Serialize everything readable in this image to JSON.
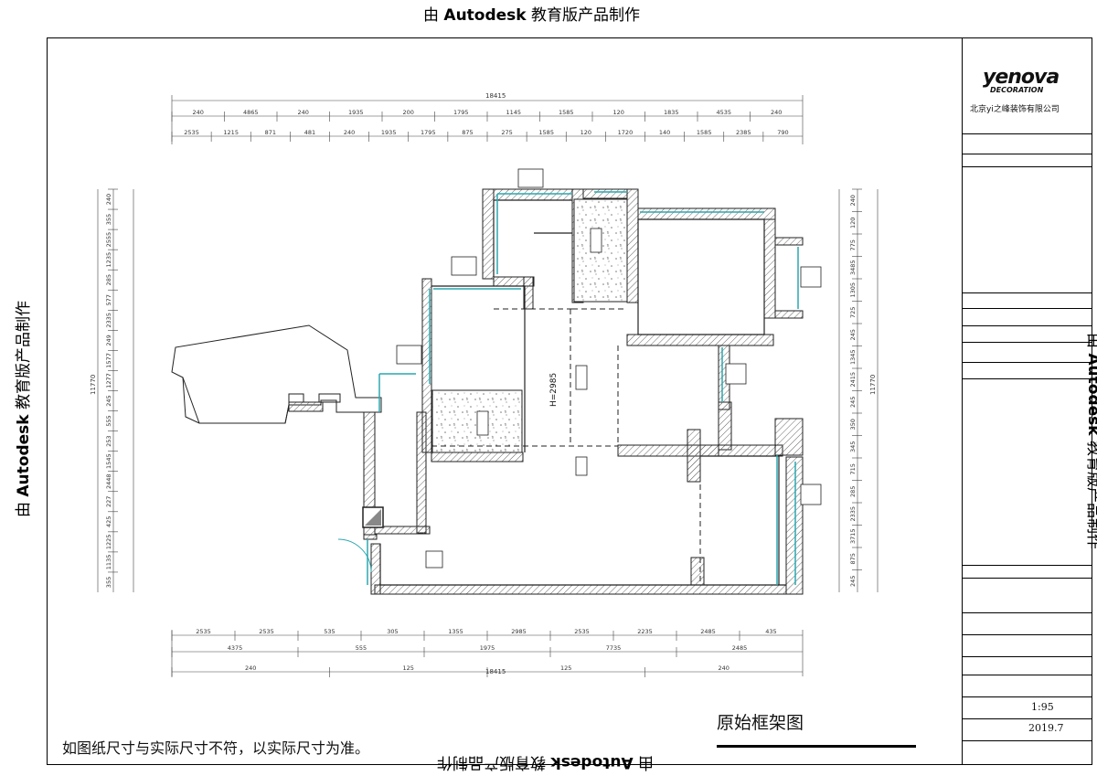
{
  "watermark": {
    "prefix": "由",
    "brand": "Autodesk",
    "suffix": "教育版产品制作"
  },
  "title_block": {
    "logo": "yenova",
    "logo_sub": "DECORATION",
    "company": "北京yi之峰装饰有限公司",
    "scale_value": "1:95",
    "date_value": "2019.7"
  },
  "drawing": {
    "title": "原始框架图",
    "note": "如图纸尺寸与实际尺寸不符，以实际尺寸为准。",
    "height_label": "H=2985",
    "dims_top_total": "18415",
    "dims_top_row1": [
      "240",
      "4865",
      "240",
      "1935",
      "200",
      "1795",
      "1145",
      "1585",
      "120",
      "1835",
      "4535",
      "240"
    ],
    "dims_top_row2": [
      "2535",
      "1215",
      "871",
      "481",
      "240",
      "1935",
      "1795",
      "875",
      "275",
      "1585",
      "120",
      "1720",
      "140",
      "1585",
      "2385",
      "790"
    ],
    "dims_bottom_total": "18415",
    "dims_bottom_row1": [
      "2535",
      "2535",
      "535",
      "305",
      "1355",
      "2985",
      "2535",
      "2235",
      "2485",
      "435"
    ],
    "dims_bottom_row2": [
      "4375",
      "555",
      "1975",
      "7735",
      "2485"
    ],
    "dims_bottom_row3": [
      "240",
      "125",
      "125",
      "240"
    ],
    "dims_left_total": "11770",
    "dims_left": [
      "240",
      "355",
      "2555",
      "1235",
      "285",
      "577",
      "2335",
      "249",
      "1577",
      "1277",
      "245",
      "555",
      "253",
      "1545",
      "2448",
      "227",
      "425",
      "1225",
      "1135",
      "355"
    ],
    "dims_right_total": "11770",
    "dims_right": [
      "240",
      "120",
      "775",
      "3485",
      "1305",
      "725",
      "245",
      "1345",
      "2415",
      "245",
      "350",
      "345",
      "715",
      "285",
      "2335",
      "3715",
      "875",
      "245"
    ]
  }
}
